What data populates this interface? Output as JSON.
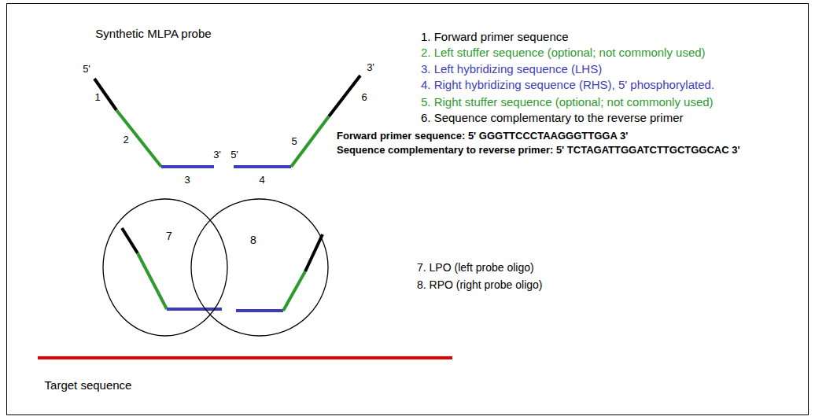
{
  "diagram": {
    "title": "Synthetic MLPA probe",
    "nodes": [
      {
        "text": [
          "7"
        ]
      },
      {
        "text": [
          "8"
        ]
      }
    ],
    "labels": [
      "5'",
      "1",
      "2",
      "3",
      "3'",
      "5'",
      "4",
      "5",
      "3'",
      "6",
      "1. Forward primer sequence",
      "2. Left stuffer sequence (optional; not commonly used)",
      "3. Left hybridizing sequence (LHS)",
      "4. Right hybridizing sequence (RHS), 5' phosphorylated.",
      "5. Right stuffer sequence (optional; not commonly used)",
      "6. Sequence complementary to the reverse primer",
      "Forward primer sequence: 5' GGGTTCCCTAAGGGTTGGA 3'",
      "Sequence complementary to reverse primer: 5' TCTAGATTGGATCTTGCTGGCAC 3'",
      "7. LPO (left probe oligo)",
      "8. RPO (right probe oligo)",
      "Target sequence"
    ]
  }
}
